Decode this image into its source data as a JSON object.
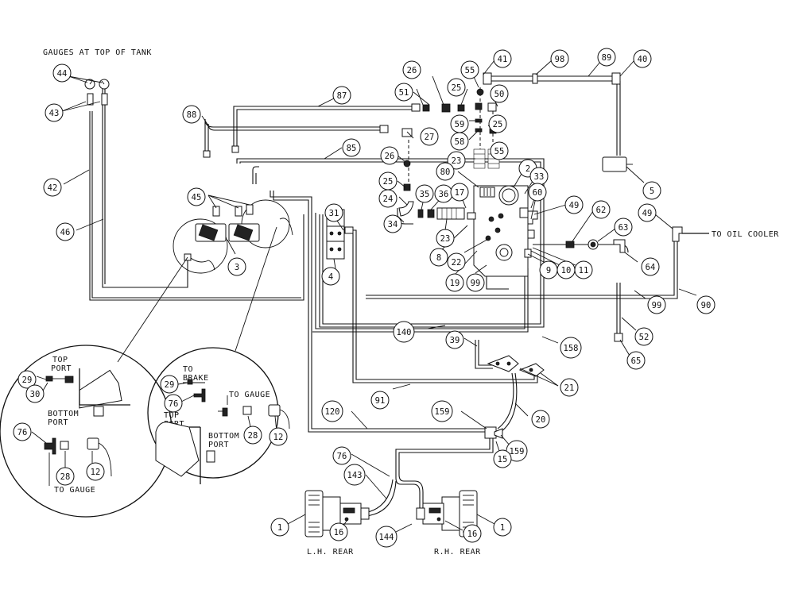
{
  "notes": {
    "gauges": "GAUGES AT TOP OF TANK",
    "to_oil_cooler": "TO OIL COOLER",
    "lh_rear": "L.H. REAR",
    "rh_rear": "R.H. REAR",
    "top_port_left": "TOP\nPORT",
    "bottom_port_left": "BOTTOM\nPORT",
    "to_gauge_left": "TO GAUGE",
    "to_brake": "TO\nBRAKE",
    "to_gauge_right": "TO GAUGE",
    "top_port_right": "TOP\nPORT",
    "bottom_port_right": "BOTTOM\nPORT"
  },
  "callouts": [
    {
      "id": "c44",
      "label": "44"
    },
    {
      "id": "c43",
      "label": "43"
    },
    {
      "id": "c42",
      "label": "42"
    },
    {
      "id": "c46",
      "label": "46"
    },
    {
      "id": "c88",
      "label": "88"
    },
    {
      "id": "c87",
      "label": "87"
    },
    {
      "id": "c85",
      "label": "85"
    },
    {
      "id": "c45",
      "label": "45"
    },
    {
      "id": "c3",
      "label": "3"
    },
    {
      "id": "c31",
      "label": "31"
    },
    {
      "id": "c4",
      "label": "4"
    },
    {
      "id": "c26a",
      "label": "26"
    },
    {
      "id": "c51",
      "label": "51"
    },
    {
      "id": "c55",
      "label": "55"
    },
    {
      "id": "c41",
      "label": "41"
    },
    {
      "id": "c98",
      "label": "98"
    },
    {
      "id": "c89",
      "label": "89"
    },
    {
      "id": "c40",
      "label": "40"
    },
    {
      "id": "c25a",
      "label": "25"
    },
    {
      "id": "c50",
      "label": "50"
    },
    {
      "id": "c59",
      "label": "59"
    },
    {
      "id": "c58",
      "label": "58"
    },
    {
      "id": "c25b",
      "label": "25"
    },
    {
      "id": "c27",
      "label": "27"
    },
    {
      "id": "c26b",
      "label": "26"
    },
    {
      "id": "c23a",
      "label": "23"
    },
    {
      "id": "c55b",
      "label": "55"
    },
    {
      "id": "c80",
      "label": "80"
    },
    {
      "id": "c2",
      "label": "2"
    },
    {
      "id": "c33",
      "label": "33"
    },
    {
      "id": "c25c",
      "label": "25"
    },
    {
      "id": "c24",
      "label": "24"
    },
    {
      "id": "c35",
      "label": "35"
    },
    {
      "id": "c36",
      "label": "36"
    },
    {
      "id": "c17",
      "label": "17"
    },
    {
      "id": "c60",
      "label": "60"
    },
    {
      "id": "c49a",
      "label": "49"
    },
    {
      "id": "c62",
      "label": "62"
    },
    {
      "id": "c49b",
      "label": "49"
    },
    {
      "id": "c63",
      "label": "63"
    },
    {
      "id": "c34",
      "label": "34"
    },
    {
      "id": "c23b",
      "label": "23"
    },
    {
      "id": "c8",
      "label": "8"
    },
    {
      "id": "c22",
      "label": "22"
    },
    {
      "id": "c5",
      "label": "5"
    },
    {
      "id": "c64",
      "label": "64"
    },
    {
      "id": "c9",
      "label": "9"
    },
    {
      "id": "c10",
      "label": "10"
    },
    {
      "id": "c11",
      "label": "11"
    },
    {
      "id": "c19",
      "label": "19"
    },
    {
      "id": "c99a",
      "label": "99"
    },
    {
      "id": "c99b",
      "label": "99"
    },
    {
      "id": "c90",
      "label": "90"
    },
    {
      "id": "c52",
      "label": "52"
    },
    {
      "id": "c65",
      "label": "65"
    },
    {
      "id": "c140",
      "label": "140"
    },
    {
      "id": "c39",
      "label": "39"
    },
    {
      "id": "c158",
      "label": "158"
    },
    {
      "id": "c21",
      "label": "21"
    },
    {
      "id": "c91",
      "label": "91"
    },
    {
      "id": "c120",
      "label": "120"
    },
    {
      "id": "c159a",
      "label": "159"
    },
    {
      "id": "c20",
      "label": "20"
    },
    {
      "id": "c159b",
      "label": "159"
    },
    {
      "id": "c15",
      "label": "15"
    },
    {
      "id": "c76a",
      "label": "76"
    },
    {
      "id": "c143",
      "label": "143"
    },
    {
      "id": "c144",
      "label": "144"
    },
    {
      "id": "c1a",
      "label": "1"
    },
    {
      "id": "c16a",
      "label": "16"
    },
    {
      "id": "c16b",
      "label": "16"
    },
    {
      "id": "c1b",
      "label": "1"
    },
    {
      "id": "c29a",
      "label": "29"
    },
    {
      "id": "c30",
      "label": "30"
    },
    {
      "id": "c76b",
      "label": "76"
    },
    {
      "id": "c28a",
      "label": "28"
    },
    {
      "id": "c12a",
      "label": "12"
    },
    {
      "id": "c29b",
      "label": "29"
    },
    {
      "id": "c76c",
      "label": "76"
    },
    {
      "id": "c28b",
      "label": "28"
    },
    {
      "id": "c12b",
      "label": "12"
    }
  ]
}
